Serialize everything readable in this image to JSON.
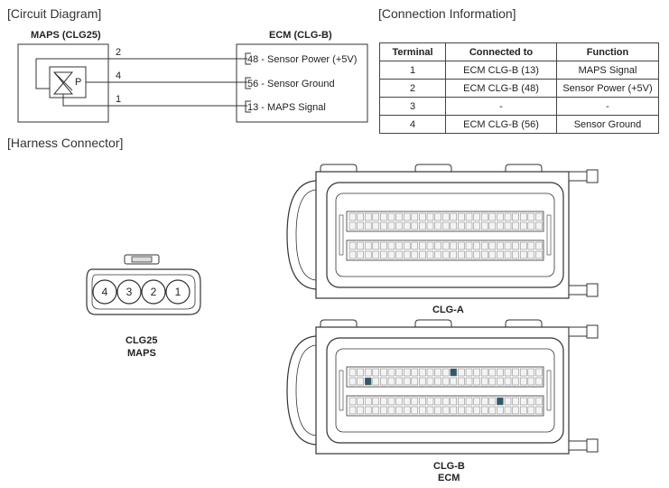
{
  "sections": {
    "circuit_diagram": "[Circuit Diagram]",
    "connection_information": "[Connection Information]",
    "harness_connector": "[Harness Connector]"
  },
  "circuit": {
    "left_component": "MAPS (CLG25)",
    "right_component": "ECM (CLG-B)",
    "left_pins": [
      "2",
      "4",
      "1"
    ],
    "sensor_letter": "P",
    "right_pins": [
      "48 - Sensor Power (+5V)",
      "56 - Sensor Ground",
      "13 - MAPS Signal"
    ]
  },
  "table": {
    "headers": [
      "Terminal",
      "Connected to",
      "Function"
    ],
    "rows": [
      [
        "1",
        "ECM CLG-B (13)",
        "MAPS Signal"
      ],
      [
        "2",
        "ECM CLG-B (48)",
        "Sensor Power (+5V)"
      ],
      [
        "3",
        "-",
        "-"
      ],
      [
        "4",
        "ECM CLG-B (56)",
        "Sensor Ground"
      ]
    ]
  },
  "harness": {
    "maps_pins": [
      "4",
      "3",
      "2",
      "1"
    ],
    "maps_name": "CLG25",
    "maps_sub": "MAPS",
    "clga_name": "CLG-A",
    "clgb_name": "CLG-B",
    "clgb_sub": "ECM"
  }
}
